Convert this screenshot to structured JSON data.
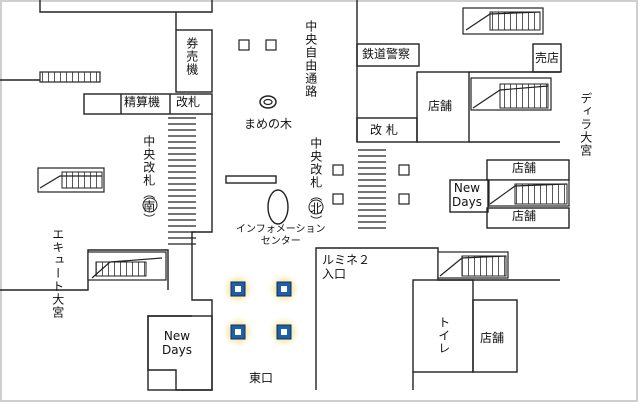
{
  "labels": {
    "ticket_machine": "券売機",
    "fare_adjustment": "精算機",
    "central_gate_top": "改札",
    "mame_tree": "まめの木",
    "central_free_passage": "中央自由通路",
    "railway_police": "鉄道警察",
    "shop_kiosk": "売店",
    "shop_1": "店舗",
    "ticket_gate_2": "改 札",
    "dila_omiya": "ディラ大宮",
    "central_gate_south": "中央改札（南）",
    "central_gate_north": "中央改札（北）",
    "information_center": "インフォメーション\nセンター",
    "shop_2": "店舗",
    "new_days_right": "New\nDays",
    "shop_3": "店舗",
    "ecute_omiya": "エキュート大宮",
    "lumine2_entrance": "ルミネ２\n入口",
    "new_days_bottom": "New\nDays",
    "east_exit": "東口",
    "toilet": "トイレ",
    "shop_4": "店舗"
  },
  "icons": [
    "elevator-icon",
    "elevator-icon",
    "elevator-icon",
    "elevator-icon"
  ],
  "colors": {
    "line": "#222222",
    "glow": "#f3dc7a",
    "elevator": "#1f5fa8",
    "frame": "#cfcfcf"
  }
}
